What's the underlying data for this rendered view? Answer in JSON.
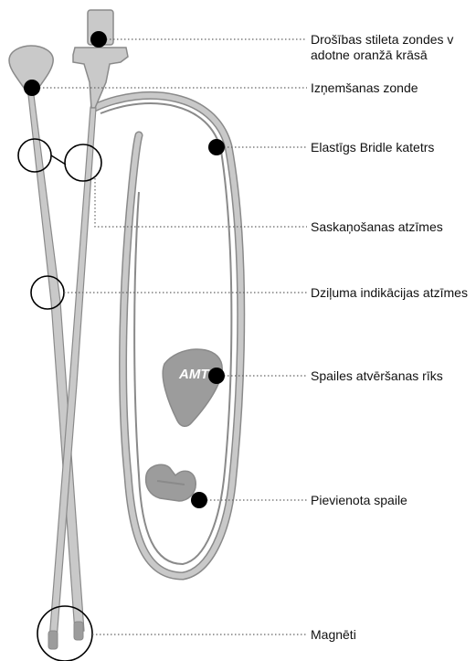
{
  "colors": {
    "device_fill": "#c9c9c9",
    "device_stroke": "#8a8a8a",
    "device_dark": "#9c9c9c",
    "dot": "#000000",
    "leader": "#666666",
    "text": "#111111",
    "badge_text": "#ffffff"
  },
  "callouts": {
    "stylet": {
      "line1": "Drošības stileta zondes v",
      "line2": "adotne oranžā krāsā"
    },
    "retrieval_probe": "Izņemšanas zonde",
    "bridle_catheter": "Elastīgs Bridle katetrs",
    "alignment_marks": "Saskaņošanas atzīmes",
    "depth_marks": "Dziļuma indikācijas atzīmes",
    "clip_tool": "Spailes atvēršanas rīks",
    "clip": "Pievienota spaile",
    "magnets": "Magnēti"
  },
  "device": {
    "clip_tool_logo": "AMT",
    "clip_tool_logo_icon": "amt-logo-icon",
    "pointer_icon": "black-dot-icon"
  }
}
